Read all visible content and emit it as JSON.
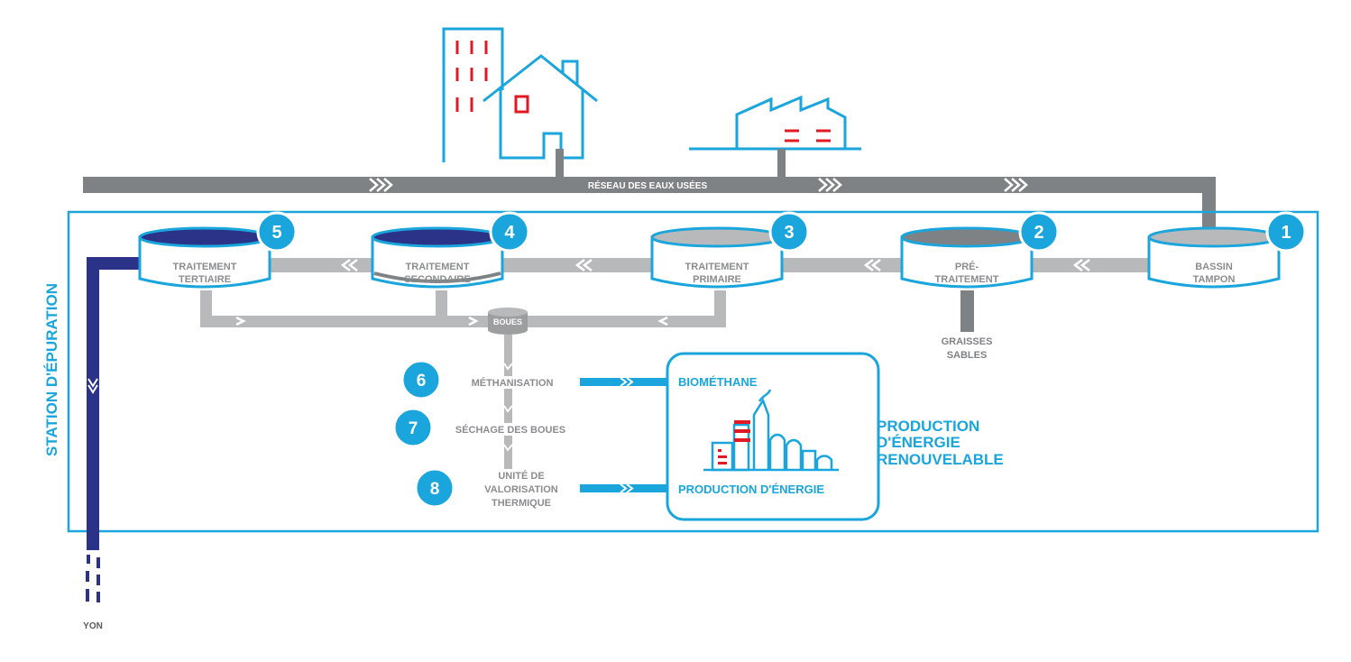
{
  "colors": {
    "cyan": "#1aa6dc",
    "gray": "#7f8284",
    "light_gray": "#b7b9ba",
    "dark_blue": "#2b3388",
    "red": "#e01a22",
    "label_gray": "#8a8c8e",
    "white": "#ffffff"
  },
  "network": {
    "label": "RÉSEAU DES EAUX USÉES"
  },
  "station": {
    "label": "STATION D'ÉPURATION"
  },
  "tanks": [
    {
      "number": "1",
      "line1": "BASSIN",
      "line2": "TAMPON"
    },
    {
      "number": "2",
      "line1": "PRÉ-",
      "line2": "TRAITEMENT"
    },
    {
      "number": "3",
      "line1": "TRAITEMENT",
      "line2": "PRIMAIRE"
    },
    {
      "number": "4",
      "line1": "TRAITEMENT",
      "line2": "SECONDAIRE"
    },
    {
      "number": "5",
      "line1": "TRAITEMENT",
      "line2": "TERTIAIRE"
    }
  ],
  "residues": {
    "line1": "GRAISSES",
    "line2": "SABLES"
  },
  "sludge": {
    "label": "BOUES"
  },
  "steps": [
    {
      "number": "6",
      "line1": "MÉTHANISATION"
    },
    {
      "number": "7",
      "line1": "SÉCHAGE DES BOUES"
    },
    {
      "number": "8",
      "line1": "UNITÉ DE",
      "line2": "VALORISATION",
      "line3": "THERMIQUE"
    }
  ],
  "energy_box": {
    "top_label": "BIOMÉTHANE",
    "bottom_label": "PRODUCTION D'ÉNERGIE"
  },
  "renewable": {
    "line1": "PRODUCTION",
    "line2": "D'ÉNERGIE",
    "line3": "RENOUVELABLE"
  },
  "outlet": {
    "label": "YON"
  }
}
